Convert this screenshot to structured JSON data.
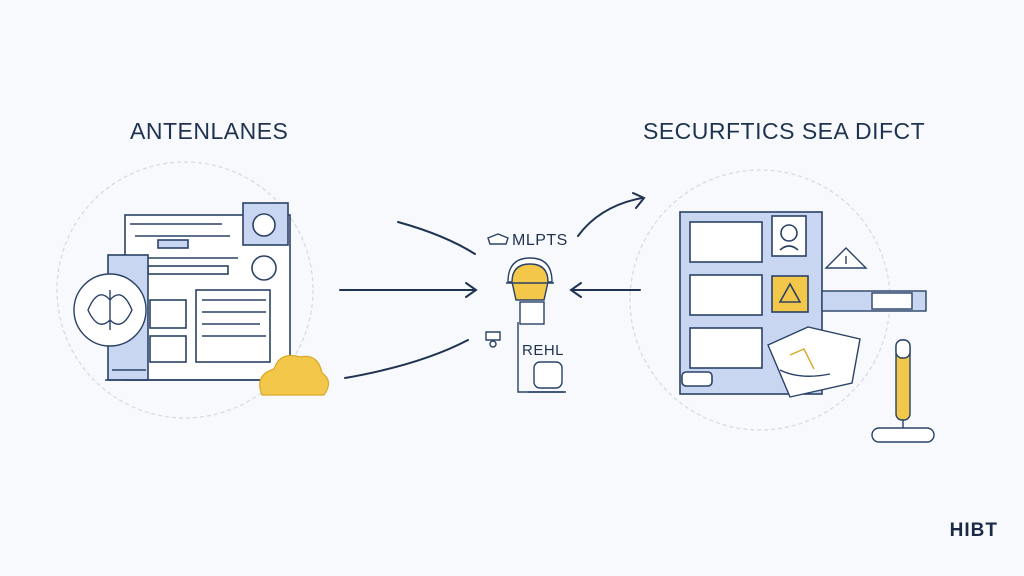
{
  "left_panel": {
    "title": "ANTENLANES"
  },
  "right_panel": {
    "title": "SECURFTICS SEA DIFCT"
  },
  "center": {
    "top_label": "MLPTS",
    "bottom_label": "REHL"
  },
  "brand": {
    "logo_text": "HIBT"
  },
  "colors": {
    "ink": "#2a4266",
    "panel_fill": "#c9d6f2",
    "accent_gold": "#f2c74a",
    "ring": "#d3dae4",
    "background": "#f7f9fc"
  }
}
